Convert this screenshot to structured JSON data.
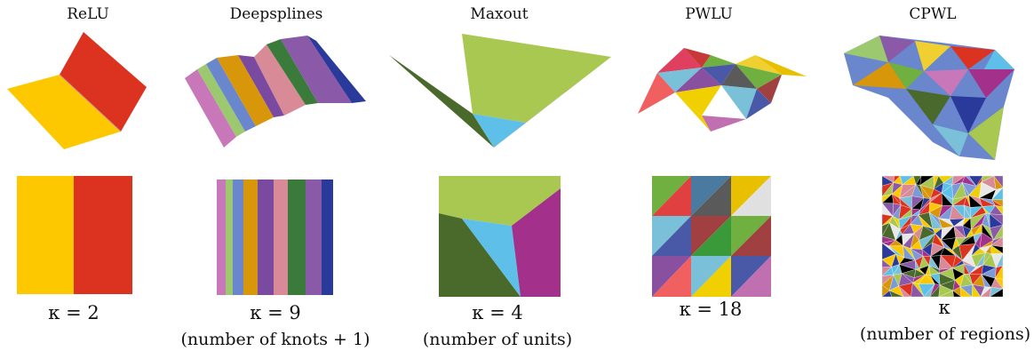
{
  "panels": [
    {
      "title": "ReLU",
      "kappa": "κ = 2",
      "subtitle": ""
    },
    {
      "title": "Deepsplines",
      "kappa": "κ = 9",
      "subtitle": "(number of knots + 1)"
    },
    {
      "title": "Maxout",
      "kappa": "κ = 4",
      "subtitle": "(number of units)"
    },
    {
      "title": "PWLU",
      "kappa": "κ = 18",
      "subtitle": ""
    },
    {
      "title": "CPWL",
      "kappa": "κ",
      "subtitle": "(number of regions)"
    }
  ],
  "colors": {
    "yellow": "#fdc800",
    "red": "#dc3320",
    "green": "#a8c852",
    "dark_green": "#4a6a2c",
    "blue": "#5ec0e8",
    "magenta": "#a3308a",
    "purple": "#8a5aa8",
    "pink": "#d88a96",
    "orange": "#d8960a",
    "navy": "#2a3a9a",
    "light_blue": "#7a9ad8"
  }
}
